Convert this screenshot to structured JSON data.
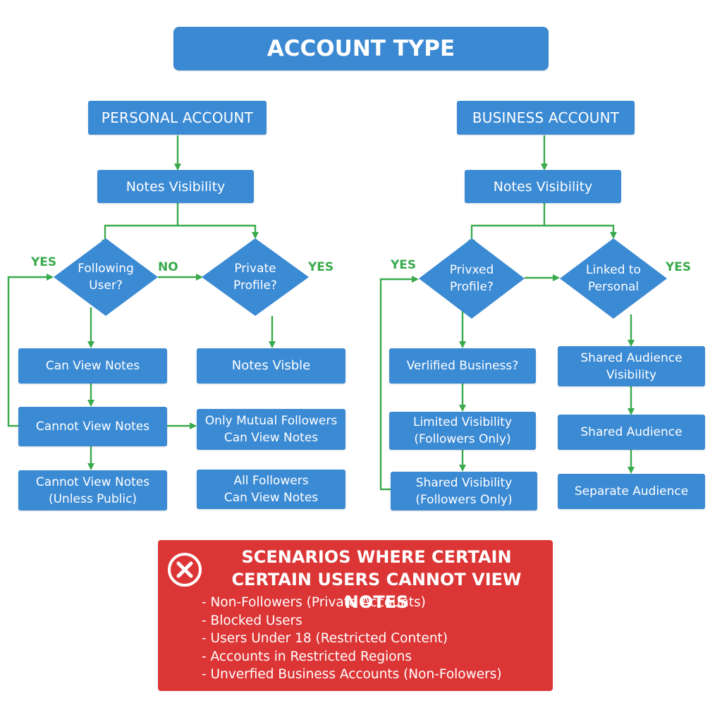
{
  "colors": {
    "box_blue": "#3b8ad4",
    "arrow_green": "#3aaa4c",
    "panel_red": "#dc3535",
    "text_white": "#ffffff"
  },
  "title": "ACCOUNT TYPE",
  "personal": {
    "header": "PERSONAL ACCOUNT",
    "notes_visibility": "Notes Visibility",
    "decision_following": "Following\nUser?",
    "decision_private": "Private\nProfile?",
    "yes_left": "YES",
    "no_label": "NO",
    "yes_right": "YES",
    "can_view": "Can View Notes",
    "cannot_view": "Cannot View Notes",
    "cannot_view_unless": "Cannot View Notes\n(Unless Public)",
    "notes_visible": "Notes Visble",
    "mutual_followers": "Only Mutual Followers\nCan View Notes",
    "all_followers": "All Followers\nCan View Notes"
  },
  "business": {
    "header": "BUSINESS ACCOUNT",
    "notes_visibility": "Notes Visibility",
    "decision_private": "Privxed\nProfile?",
    "decision_linked": "Linked to\nPersonal",
    "yes_left": "YES",
    "yes_right": "YES",
    "verified": "Verlified Business?",
    "limited": "Limited Visibility\n(Followers Only)",
    "shared_visibility": "Shared Visibility\n(Followers Only)",
    "shared_audience_visibility": "Shared Audience\nVisibility",
    "shared_audience": "Shared Audience",
    "separate_audience": "Separate Audience"
  },
  "scenarios": {
    "title": "SCENARIOS WHERE CERTAIN\nCERTAIN USERS CANNOT VIEW NOTES",
    "icon": "x-circle-icon",
    "items": [
      "- Non-Followers (Private Accounts)",
      "- Blocked Users",
      "- Users Under 18 (Restricted Content)",
      "- Accounts in Restricted Regions",
      "- Unverfied Business Accounts (Non-Folowers)"
    ]
  }
}
